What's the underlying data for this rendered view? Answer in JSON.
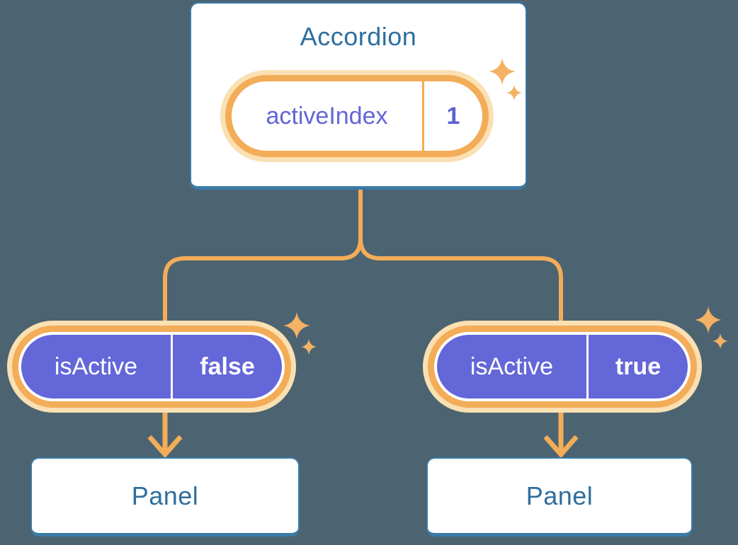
{
  "diagram": {
    "root_node": {
      "title": "Accordion",
      "state_pill": {
        "label": "activeIndex",
        "value": "1"
      }
    },
    "branches": [
      {
        "prop_pill": {
          "label": "isActive",
          "value": "false"
        },
        "child_node": {
          "title": "Panel"
        }
      },
      {
        "prop_pill": {
          "label": "isActive",
          "value": "true"
        },
        "child_node": {
          "title": "Panel"
        }
      }
    ],
    "icons": {
      "sparkle": "four-point-star",
      "arrow": "chevron-arrow-down"
    },
    "colors": {
      "background": "#4C6471",
      "card_border": "#3A7AA6",
      "card_text": "#2E6E9E",
      "state_text": "#6366D6",
      "state_value_text": "#5B60D0",
      "prop_fill": "#6467D8",
      "prop_text": "#FFFFFF",
      "accent_orange": "#F3AC58",
      "accent_glow": "#FAE0B2"
    }
  }
}
